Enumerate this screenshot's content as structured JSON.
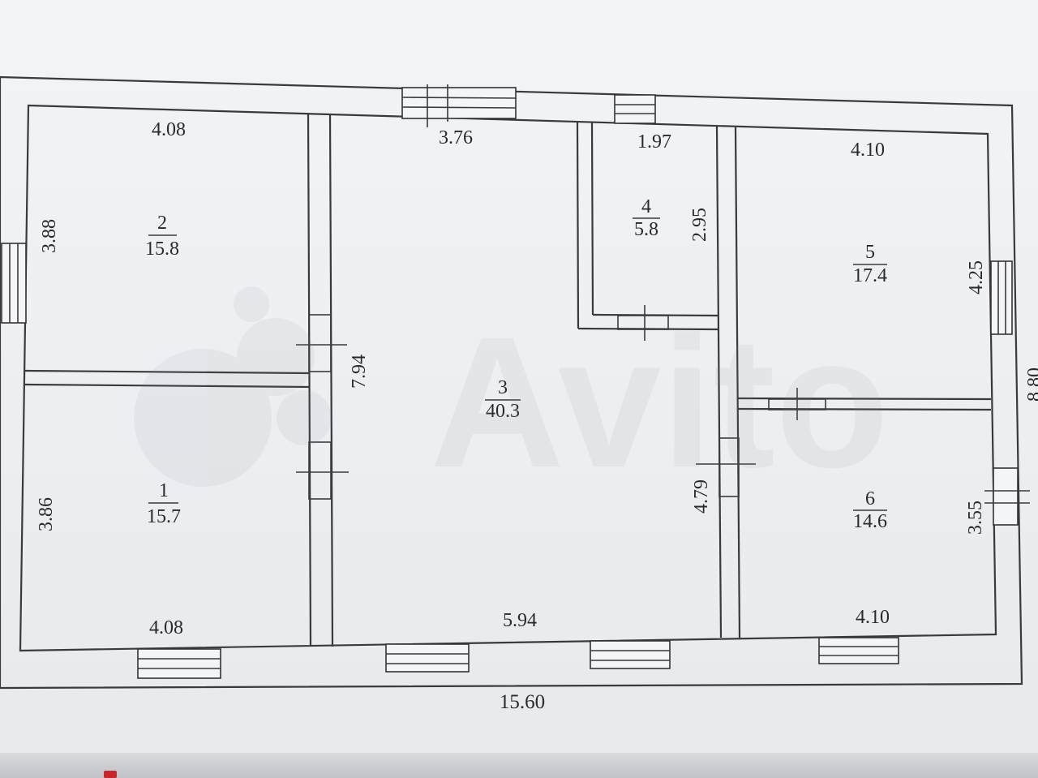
{
  "rooms": [
    {
      "number": "1",
      "area": "15.7"
    },
    {
      "number": "2",
      "area": "15.8"
    },
    {
      "number": "3",
      "area": "40.3"
    },
    {
      "number": "4",
      "area": "5.8"
    },
    {
      "number": "5",
      "area": "17.4"
    },
    {
      "number": "6",
      "area": "14.6"
    }
  ],
  "dimensions": {
    "room2_top": "4.08",
    "room2_left": "3.88",
    "room1_left": "3.86",
    "room1_bottom": "4.08",
    "room3_top": "3.76",
    "room3_bottom": "5.94",
    "room3_height": "7.94",
    "room4_top": "1.97",
    "room4_height": "2.95",
    "room5_top": "4.10",
    "room5_right": "4.25",
    "room6_right": "3.55",
    "room6_bottom": "4.10",
    "corridor_height": "4.79",
    "total_width": "15.60",
    "total_height": "8.80"
  },
  "watermark_text": "Avito",
  "colors": {
    "line": "#3a3a3a",
    "text": "#2a2a2a",
    "background": "#f1f2f4"
  }
}
